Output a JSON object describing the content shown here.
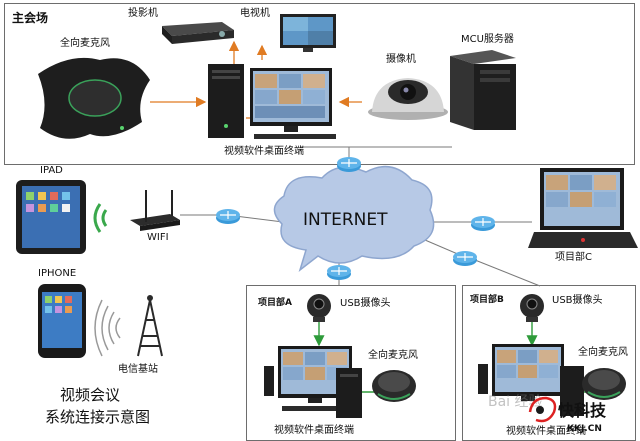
{
  "main_venue": {
    "title": "主会场",
    "labels": {
      "mic": "全向麦克风",
      "projector": "投影机",
      "tv": "电视机",
      "camera": "摄像机",
      "mcu": "MCU服务器",
      "terminal": "视频软件桌面终端"
    }
  },
  "internet": {
    "label": "INTERNET"
  },
  "left": {
    "ipad": "IPAD",
    "wifi": "WIFI",
    "iphone": "IPHONE",
    "tower": "电信基站"
  },
  "dept_c": {
    "label": "项目部C"
  },
  "dept_a": {
    "title": "项目部A",
    "usb_cam": "USB摄像头",
    "mic": "全向麦克风",
    "terminal": "视频软件桌面终端"
  },
  "dept_b": {
    "title": "项目部B",
    "usb_cam": "USB摄像头",
    "mic": "全向麦克风",
    "terminal": "视频软件桌面终端"
  },
  "caption": {
    "line1": "视频会议",
    "line2": "系统连接示意图"
  },
  "watermarks": {
    "brand": "快科技",
    "domain": "KKJ.CN",
    "baidu": "Bai 经验"
  },
  "colors": {
    "border": "#6d6d6d",
    "cloud": "#b7c9e6",
    "router": "#3a9ad9",
    "arrow": "#e07b22",
    "line": "#7a7a7a"
  }
}
